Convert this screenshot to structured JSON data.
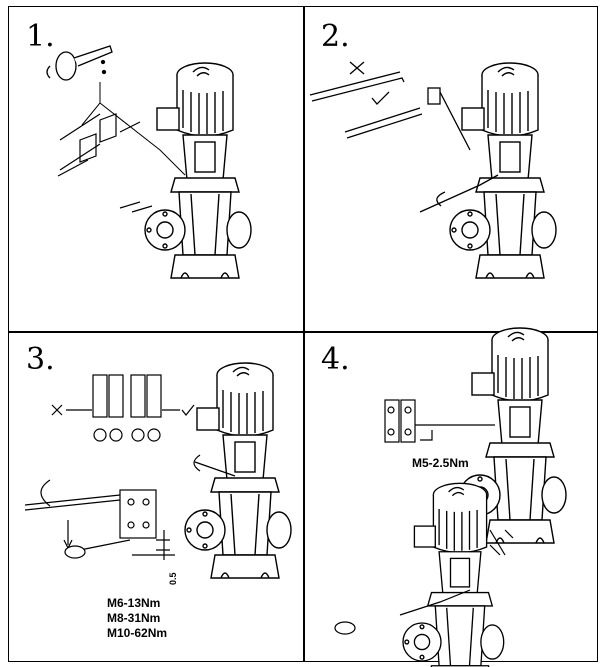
{
  "steps": [
    {
      "number": "1."
    },
    {
      "number": "2."
    },
    {
      "number": "3."
    },
    {
      "number": "4."
    }
  ],
  "marks": {
    "wrong": "X",
    "right": "✓"
  },
  "torque_step3": [
    "M6-13Nm",
    "M8-31Nm",
    "M10-62Nm"
  ],
  "torque_step4": "M5-2.5Nm",
  "dimension_label": "0.5"
}
